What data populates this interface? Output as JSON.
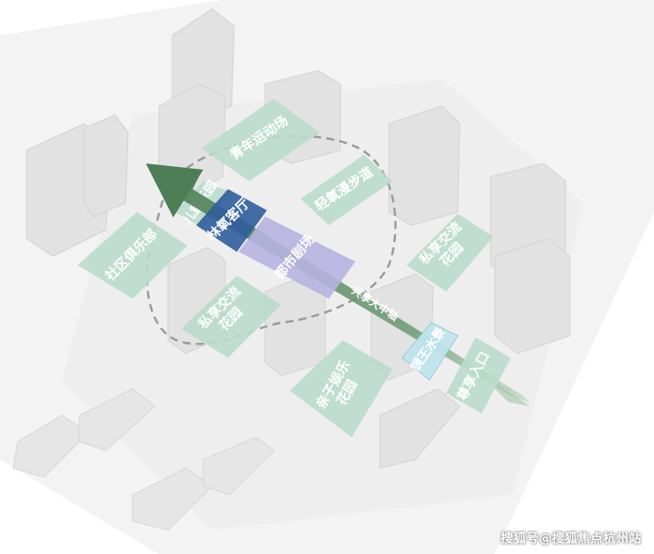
{
  "zones": {
    "youth_sports": "青年运动场",
    "kids_park": "儿童乐园",
    "forest_lounge": "林氧客厅",
    "jogging_path": "轻氧漫步道",
    "urban_theater": "都市剧场",
    "community_club": "社区俱乐部",
    "private_garden_left": "私享交流\n花园",
    "private_garden_right": "私享交流\n花园",
    "family_garden": "亲子娱乐\n花园",
    "water_feature": "镜王水景",
    "entrance": "尊享入口"
  },
  "axis_label": "共享大中轴",
  "watermark": "搜狐号@搜狐焦点杭州站",
  "colors": {
    "zone_green": "#b9dccb",
    "lounge_blue": "#2f5d9c",
    "theater_purple": "#b7b3e0",
    "water_blue": "#bfe3ec",
    "axis_green": "#5b8a62",
    "building": "#e3e3e3"
  }
}
